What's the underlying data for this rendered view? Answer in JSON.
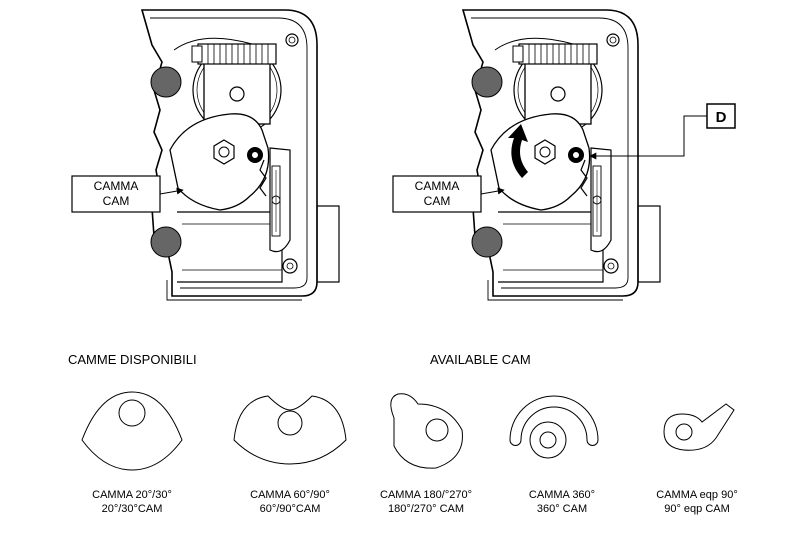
{
  "callouts": {
    "left_cam": [
      "CAMMA",
      "CAM"
    ],
    "right_cam": [
      "CAMMA",
      "CAM"
    ],
    "detail": "D"
  },
  "headings": {
    "italian": "CAMME DISPONIBILI",
    "english": "AVAILABLE CAM"
  },
  "cams": [
    {
      "line1": "CAMMA 20°/30°",
      "line2": "20°/30°CAM"
    },
    {
      "line1": "CAMMA 60°/90°",
      "line2": "60°/90°CAM"
    },
    {
      "line1": "CAMMA 180/°270°",
      "line2": "180°/270° CAM"
    },
    {
      "line1": "CAMMA 360°",
      "line2": "360° CAM"
    },
    {
      "line1": "CAMMA eqp 90°",
      "line2": "90° eqp CAM"
    }
  ]
}
